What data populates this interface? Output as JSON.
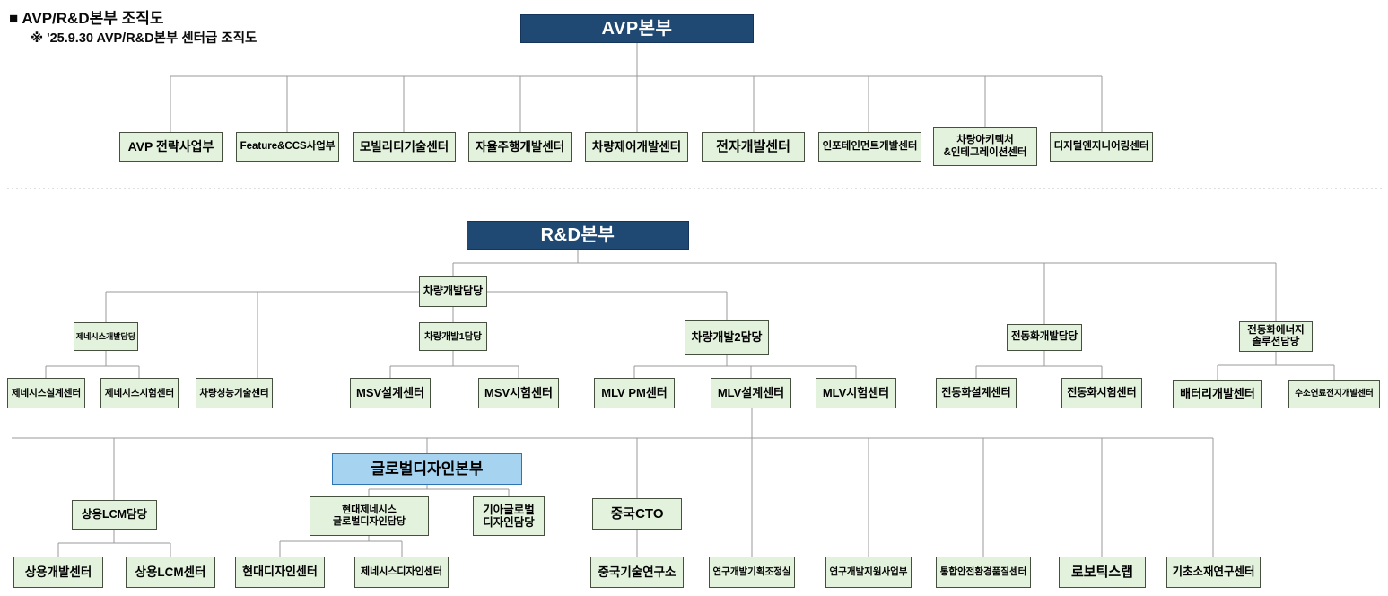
{
  "header": {
    "title": "■ AVP/R&D본부 조직도",
    "subtitle": "※ '25.9.30 AVP/R&D본부 센터급 조직도"
  },
  "colors": {
    "headquarters_navy": "#1f4872",
    "center_green_fill": "#e3f2dc",
    "center_green_border": "#45503f",
    "design_blue_fill": "#a5d3f0",
    "design_blue_border": "#2e75b6",
    "connector_line": "#999999"
  },
  "nodes": {
    "avp_hq": {
      "label": "AVP본부"
    },
    "avp_strategy": {
      "label": "AVP 전략사업부"
    },
    "feature_ccs": {
      "label": "Feature&CCS사업부"
    },
    "mobility_tech": {
      "label": "모빌리티기술센터"
    },
    "autonomous": {
      "label": "자율주행개발센터"
    },
    "vehicle_control": {
      "label": "차량제어개발센터"
    },
    "electronics": {
      "label": "전자개발센터"
    },
    "infotainment": {
      "label": "인포테인먼트개발센터"
    },
    "architecture": {
      "label": "차량아키텍처\n&인테그레이션센터"
    },
    "digital_eng": {
      "label": "디지털엔지니어링센터"
    },
    "rnd_hq": {
      "label": "R&D본부"
    },
    "vehicle_dev": {
      "label": "차량개발담당"
    },
    "genesis_div": {
      "label": "제네시스개발담당"
    },
    "vehicle1_div": {
      "label": "차량개발1담당"
    },
    "vehicle2_div": {
      "label": "차량개발2담당"
    },
    "elec_div": {
      "label": "전동화개발담당"
    },
    "energy_div": {
      "label": "전동화에너지\n솔루션담당"
    },
    "genesis_design": {
      "label": "제네시스설계센터"
    },
    "genesis_test": {
      "label": "제네시스시험센터"
    },
    "vehicle_perf": {
      "label": "차량성능기술센터"
    },
    "msv_design": {
      "label": "MSV설계센터"
    },
    "msv_test": {
      "label": "MSV시험센터"
    },
    "mlv_pm": {
      "label": "MLV PM센터"
    },
    "mlv_design": {
      "label": "MLV설계센터"
    },
    "mlv_test": {
      "label": "MLV시험센터"
    },
    "elec_design": {
      "label": "전동화설계센터"
    },
    "elec_test": {
      "label": "전동화시험센터"
    },
    "battery": {
      "label": "배터리개발센터"
    },
    "hydrogen": {
      "label": "수소연료전지개발센터"
    },
    "design_hq": {
      "label": "글로벌디자인본부"
    },
    "lcm_div": {
      "label": "상용LCM담당"
    },
    "hyundai_genesis_div": {
      "label": "현대제네시스\n글로벌디자인담당"
    },
    "kia_design_div": {
      "label": "기아글로벌\n디자인담당"
    },
    "china_cto": {
      "label": "중국CTO"
    },
    "commercial_dev": {
      "label": "상용개발센터"
    },
    "lcm_center": {
      "label": "상용LCM센터"
    },
    "hyundai_design": {
      "label": "현대디자인센터"
    },
    "genesis_design_center": {
      "label": "제네시스디자인센터"
    },
    "china_institute": {
      "label": "중국기술연구소"
    },
    "rnd_planning": {
      "label": "연구개발기획조정실"
    },
    "rnd_support": {
      "label": "연구개발지원사업부"
    },
    "safety_quality": {
      "label": "통합안전환경품질센터"
    },
    "robotics": {
      "label": "로보틱스랩"
    },
    "materials": {
      "label": "기초소재연구센터"
    }
  }
}
